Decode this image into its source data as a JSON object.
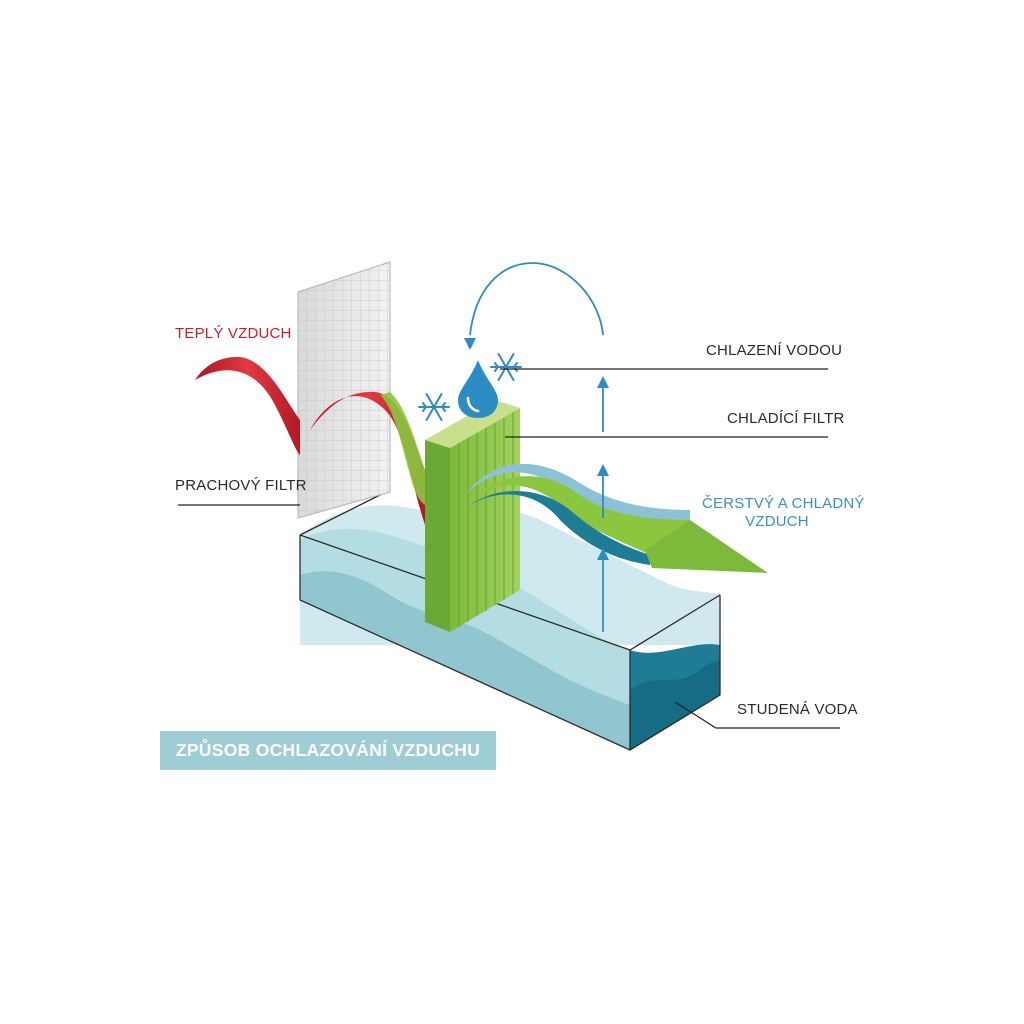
{
  "labels": {
    "warm_air": "TEPLÝ VZDUCH",
    "dust_filter": "PRACHOVÝ FILTR",
    "water_cooling": "CHLAZENÍ VODOU",
    "cooling_filter": "CHLADÍCÍ FILTR",
    "fresh_air_line1": "ČERSTVÝ A CHLADNÝ",
    "fresh_air_line2": "VZDUCH",
    "cold_water": "STUDENÁ VODA"
  },
  "title": "ZPŮSOB OCHLAZOVÁNÍ VZDUCHU",
  "colors": {
    "warm_air": "#c41f2b",
    "fresh_air_text": "#3b8fc9",
    "cooling_filter": "#8cc63f",
    "water_light": "#b3dde3",
    "water_dark": "#1e7c96",
    "flow_arrow": "#2e8cc5",
    "title_box": "#9fcdd5"
  },
  "icons": [
    "dust-filter-grid-icon",
    "cooling-filter-pad-icon",
    "water-drop-icon",
    "snowflake-icon",
    "recirculation-arrow-icon",
    "up-flow-arrow-icon"
  ]
}
